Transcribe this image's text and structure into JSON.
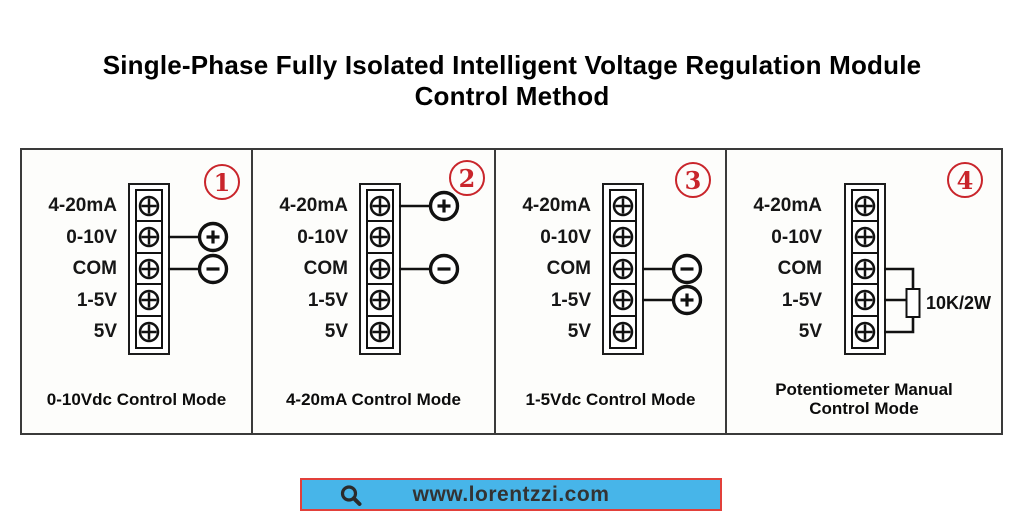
{
  "title": {
    "line1": "Single-Phase Fully Isolated Intelligent Voltage Regulation Module",
    "line2": "Control Method"
  },
  "terminals": [
    "4-20mA",
    "0-10V",
    "COM",
    "1-5V",
    "5V"
  ],
  "panels": [
    {
      "number": "1",
      "caption": "0-10Vdc Control Mode",
      "connections": [
        {
          "terminal": "0-10V",
          "polarity": "+"
        },
        {
          "terminal": "COM",
          "polarity": "-"
        }
      ]
    },
    {
      "number": "2",
      "caption": "4-20mA Control Mode",
      "connections": [
        {
          "terminal": "4-20mA",
          "polarity": "+"
        },
        {
          "terminal": "COM",
          "polarity": "-"
        }
      ]
    },
    {
      "number": "3",
      "caption": "1-5Vdc Control Mode",
      "connections": [
        {
          "terminal": "COM",
          "polarity": "-"
        },
        {
          "terminal": "1-5V",
          "polarity": "+"
        }
      ]
    },
    {
      "number": "4",
      "caption": "Potentiometer Manual Control Mode",
      "potentiometer": {
        "label": "10K/2W",
        "terminals": [
          "COM",
          "1-5V",
          "5V"
        ]
      }
    }
  ],
  "footer": {
    "url": "www.lorentzzi.com",
    "icon": "search-icon"
  },
  "colors": {
    "badge_red": "#c9252b",
    "banner_blue": "#47b5e9",
    "banner_border_red": "#e2403a",
    "frame_dark": "#3a3a3a",
    "ink": "#111111"
  }
}
